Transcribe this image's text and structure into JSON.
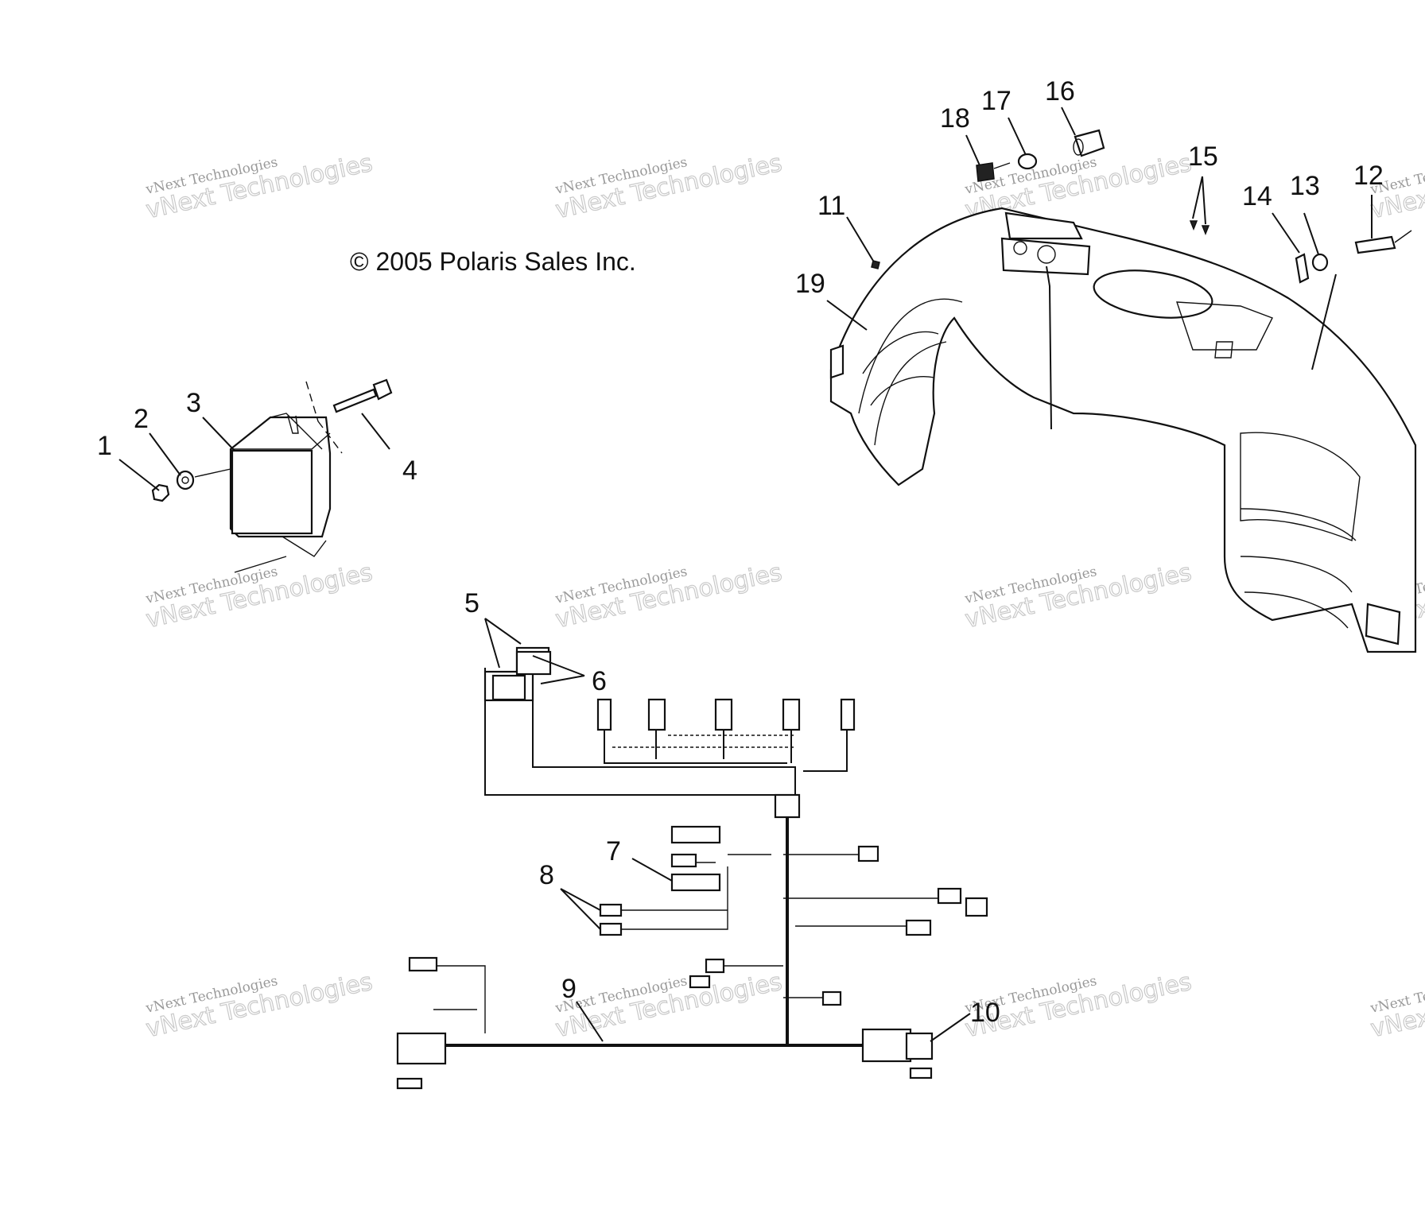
{
  "copyright": "© 2005 Polaris Sales Inc.",
  "watermark": {
    "small": "vNext Technologies",
    "large": "vNext Technologies"
  },
  "callouts": [
    {
      "id": "1",
      "label": "1"
    },
    {
      "id": "2",
      "label": "2"
    },
    {
      "id": "3",
      "label": "3"
    },
    {
      "id": "4",
      "label": "4"
    },
    {
      "id": "5",
      "label": "5"
    },
    {
      "id": "6",
      "label": "6"
    },
    {
      "id": "7",
      "label": "7"
    },
    {
      "id": "8",
      "label": "8"
    },
    {
      "id": "9",
      "label": "9"
    },
    {
      "id": "10",
      "label": "10"
    },
    {
      "id": "11",
      "label": "11"
    },
    {
      "id": "12",
      "label": "12"
    },
    {
      "id": "13",
      "label": "13"
    },
    {
      "id": "14",
      "label": "14"
    },
    {
      "id": "15",
      "label": "15"
    },
    {
      "id": "16",
      "label": "16"
    },
    {
      "id": "17",
      "label": "17"
    },
    {
      "id": "18",
      "label": "18"
    },
    {
      "id": "19",
      "label": "19"
    }
  ]
}
